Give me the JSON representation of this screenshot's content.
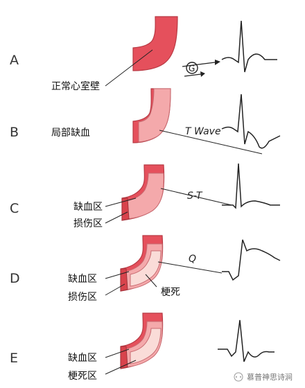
{
  "colors": {
    "normal_wall": "#e5505c",
    "normal_edge": "#b83a44",
    "ischemia_zone": "#f4a9ab",
    "injury_zone": "#e15a63",
    "infarct_zone": "#fadcd8",
    "ecg_line": "#222222"
  },
  "rows": [
    {
      "letter": "A",
      "labels": [
        "正常心室壁"
      ],
      "wave_label": "",
      "vector_badge": "G"
    },
    {
      "letter": "B",
      "labels": [
        "局部缺血"
      ],
      "wave_label": "T Wave"
    },
    {
      "letter": "C",
      "labels": [
        "缺血区",
        "损伤区"
      ],
      "wave_label": "S-T"
    },
    {
      "letter": "D",
      "labels": [
        "缺血区",
        "损伤区",
        "梗死"
      ],
      "wave_label": "Q"
    },
    {
      "letter": "E",
      "labels": [
        "缺血区",
        "梗死区"
      ],
      "wave_label": ""
    }
  ],
  "watermark": "慕普神思诗涧"
}
